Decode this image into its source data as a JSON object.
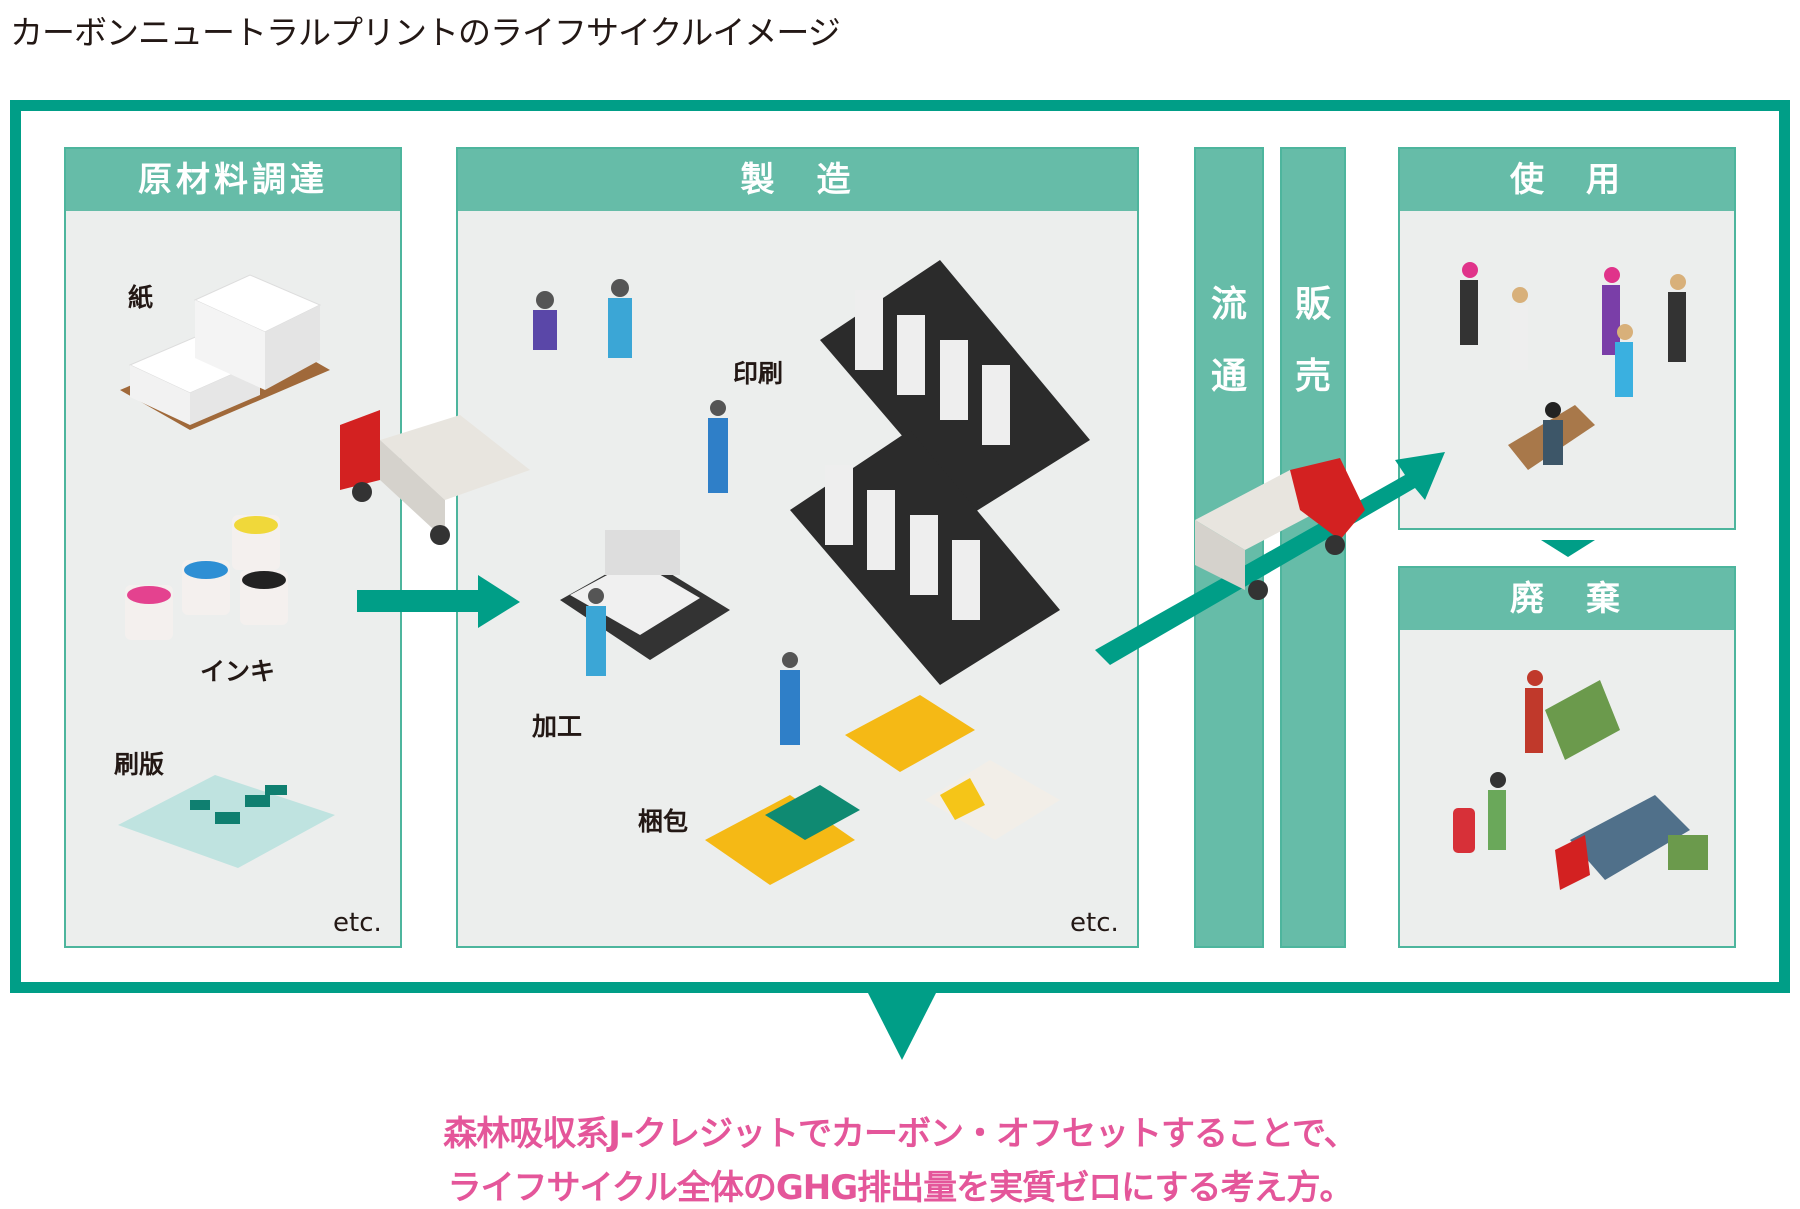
{
  "title": "カーボンニュートラルプリントのライフサイクルイメージ",
  "stages": {
    "procurement": {
      "label": "原材料調達",
      "items": [
        "紙",
        "インキ",
        "刷版"
      ],
      "etc": "etc."
    },
    "manufacturing": {
      "label": "製　造",
      "items": [
        "印刷",
        "加工",
        "梱包"
      ],
      "etc": "etc."
    },
    "distribution": {
      "chars": [
        "流",
        "通"
      ]
    },
    "sales": {
      "chars": [
        "販",
        "売"
      ]
    },
    "use": {
      "label": "使　用"
    },
    "disposal": {
      "label": "廃　棄"
    }
  },
  "message": {
    "line1": "森林吸収系J-クレジットでカーボン・オフセットすることで、",
    "line2": "ライフサイクル全体のGHG排出量を実質ゼロにする考え方。"
  },
  "colors": {
    "frame": "#009e87",
    "header": "#66bca8",
    "panel": "#eceeed",
    "message": "#e4569a"
  }
}
